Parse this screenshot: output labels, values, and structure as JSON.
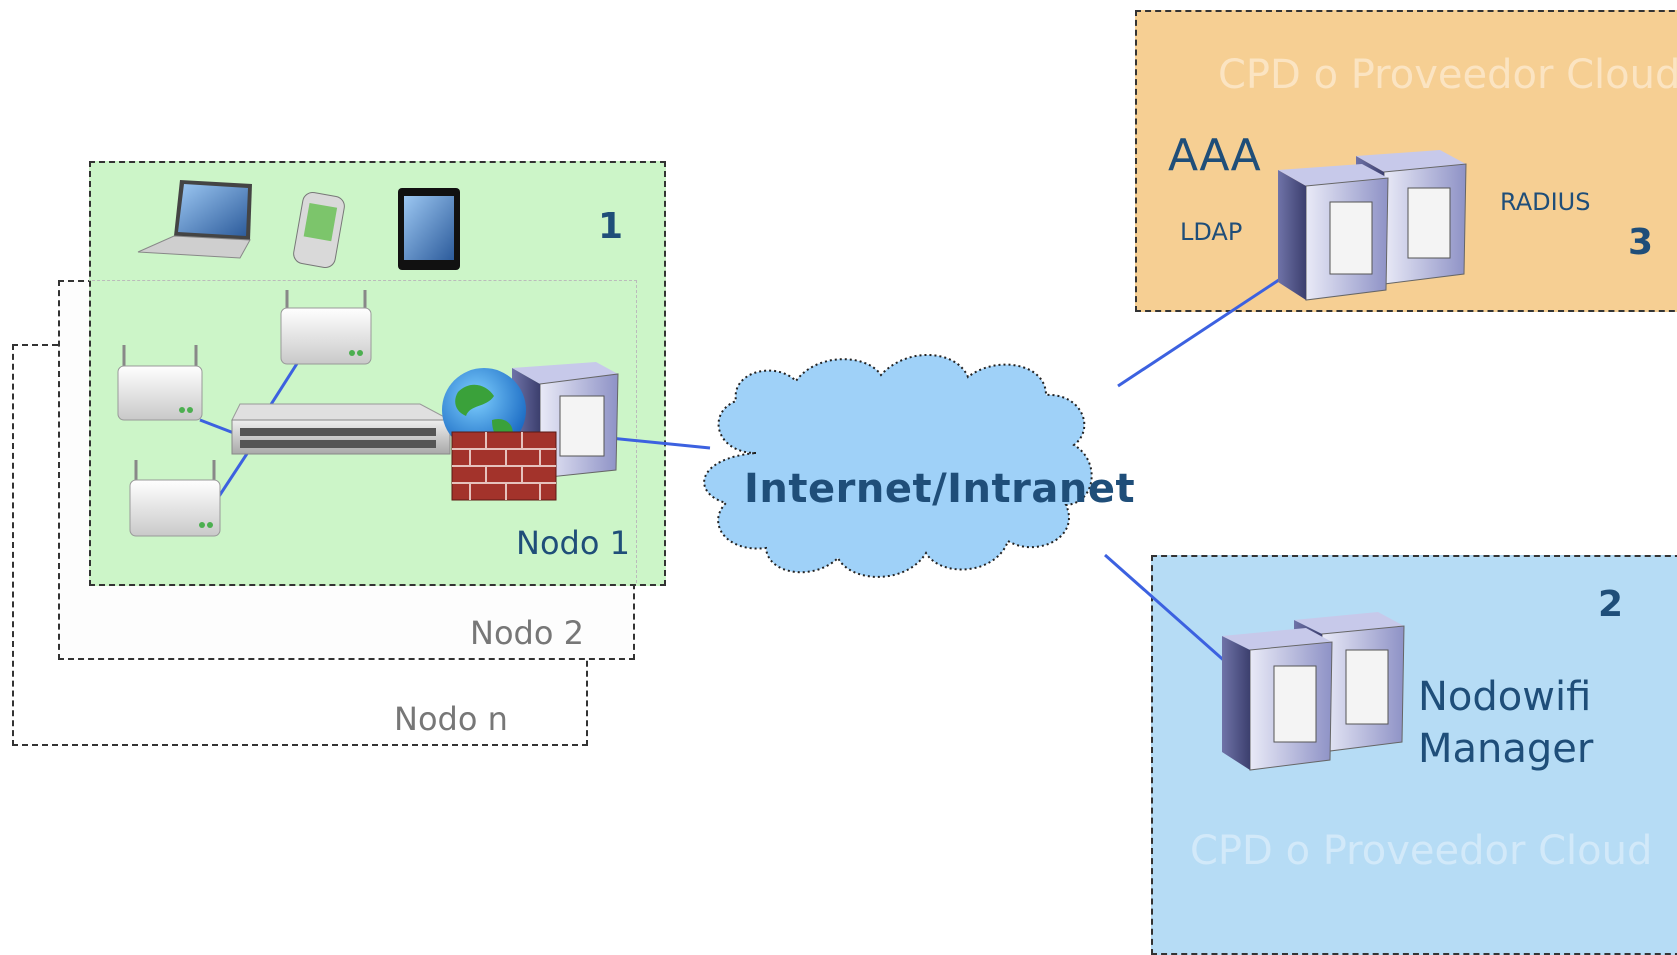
{
  "nodes": {
    "node_n_label": "Nodo n",
    "node_2_label": "Nodo 2",
    "node_1_label": "Nodo 1",
    "node_1_number": "1"
  },
  "cloud": {
    "label": "Internet/Intranet"
  },
  "aaa_panel": {
    "watermark": "CPD o Proveedor Cloud",
    "title": "AAA",
    "ldap": "LDAP",
    "radius": "RADIUS",
    "number": "3"
  },
  "manager_panel": {
    "number": "2",
    "name_line1": "Nodowifi",
    "name_line2": "Manager",
    "watermark": "CPD o Proveedor Cloud"
  },
  "colors": {
    "node_fill": "#ccf5c8",
    "aaa_fill": "#f6cf93",
    "manager_fill": "#b6dcf5",
    "cloud_fill": "#9fd1f8",
    "link_color": "#3c61e0",
    "number_color": "#1f4e79"
  }
}
